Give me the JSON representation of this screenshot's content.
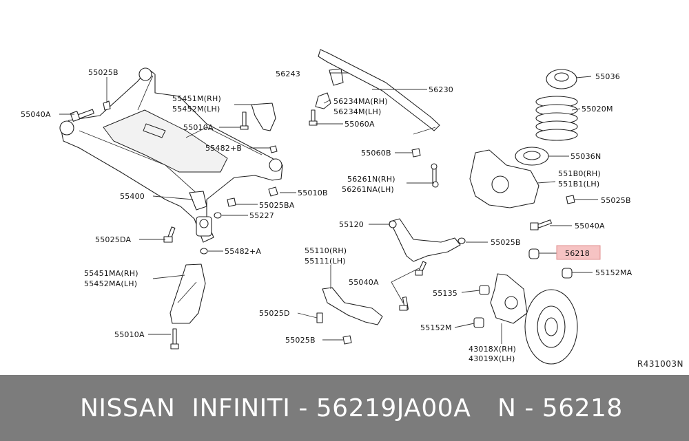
{
  "diagram": {
    "reference": "R431003N",
    "highlight_color": "#f6c3c3",
    "labels": {
      "l55025B_top": "55025B",
      "l55040A_left": "55040A",
      "l55451M": "55451M(RH)",
      "l55452M": "55452M(LH)",
      "l55010A_top": "55010A",
      "l55482B": "55482+B",
      "l55010B": "55010B",
      "l55400": "55400",
      "l55025BA": "55025BA",
      "l55227": "55227",
      "l55025DA": "55025DA",
      "l55482A": "55482+A",
      "l55451MA": "55451MA(RH)",
      "l55452MA": "55452MA(LH)",
      "l55010A_bot": "55010A",
      "l56243": "56243",
      "l56230": "56230",
      "l56234MA": "56234MA(RH)",
      "l56234M": "56234M(LH)",
      "l55060A": "55060A",
      "l55060B": "55060B",
      "l56261N": "56261N(RH)",
      "l56261NA": "56261NA(LH)",
      "l55120": "55120",
      "l55110": "55110(RH)",
      "l55111": "55111(LH)",
      "l55040A_mid": "55040A",
      "l55025D": "55025D",
      "l55025B_bot": "55025B",
      "l55036": "55036",
      "l55020M": "55020M",
      "l55036N": "55036N",
      "l551B0": "551B0(RH)",
      "l551B1": "551B1(LH)",
      "l55025B_right": "55025B",
      "l55040A_right": "55040A",
      "l55025B_mid": "55025B",
      "l56218": "56218",
      "l55152MA": "55152MA",
      "l55135": "55135",
      "l55152M": "55152M",
      "l43018X": "43018X(RH)",
      "l43019X": "43019X(LH)"
    }
  },
  "footer": {
    "part_title": "NISSAN  INFINITI - 56219JA00A",
    "part_number": "N - 56218"
  }
}
